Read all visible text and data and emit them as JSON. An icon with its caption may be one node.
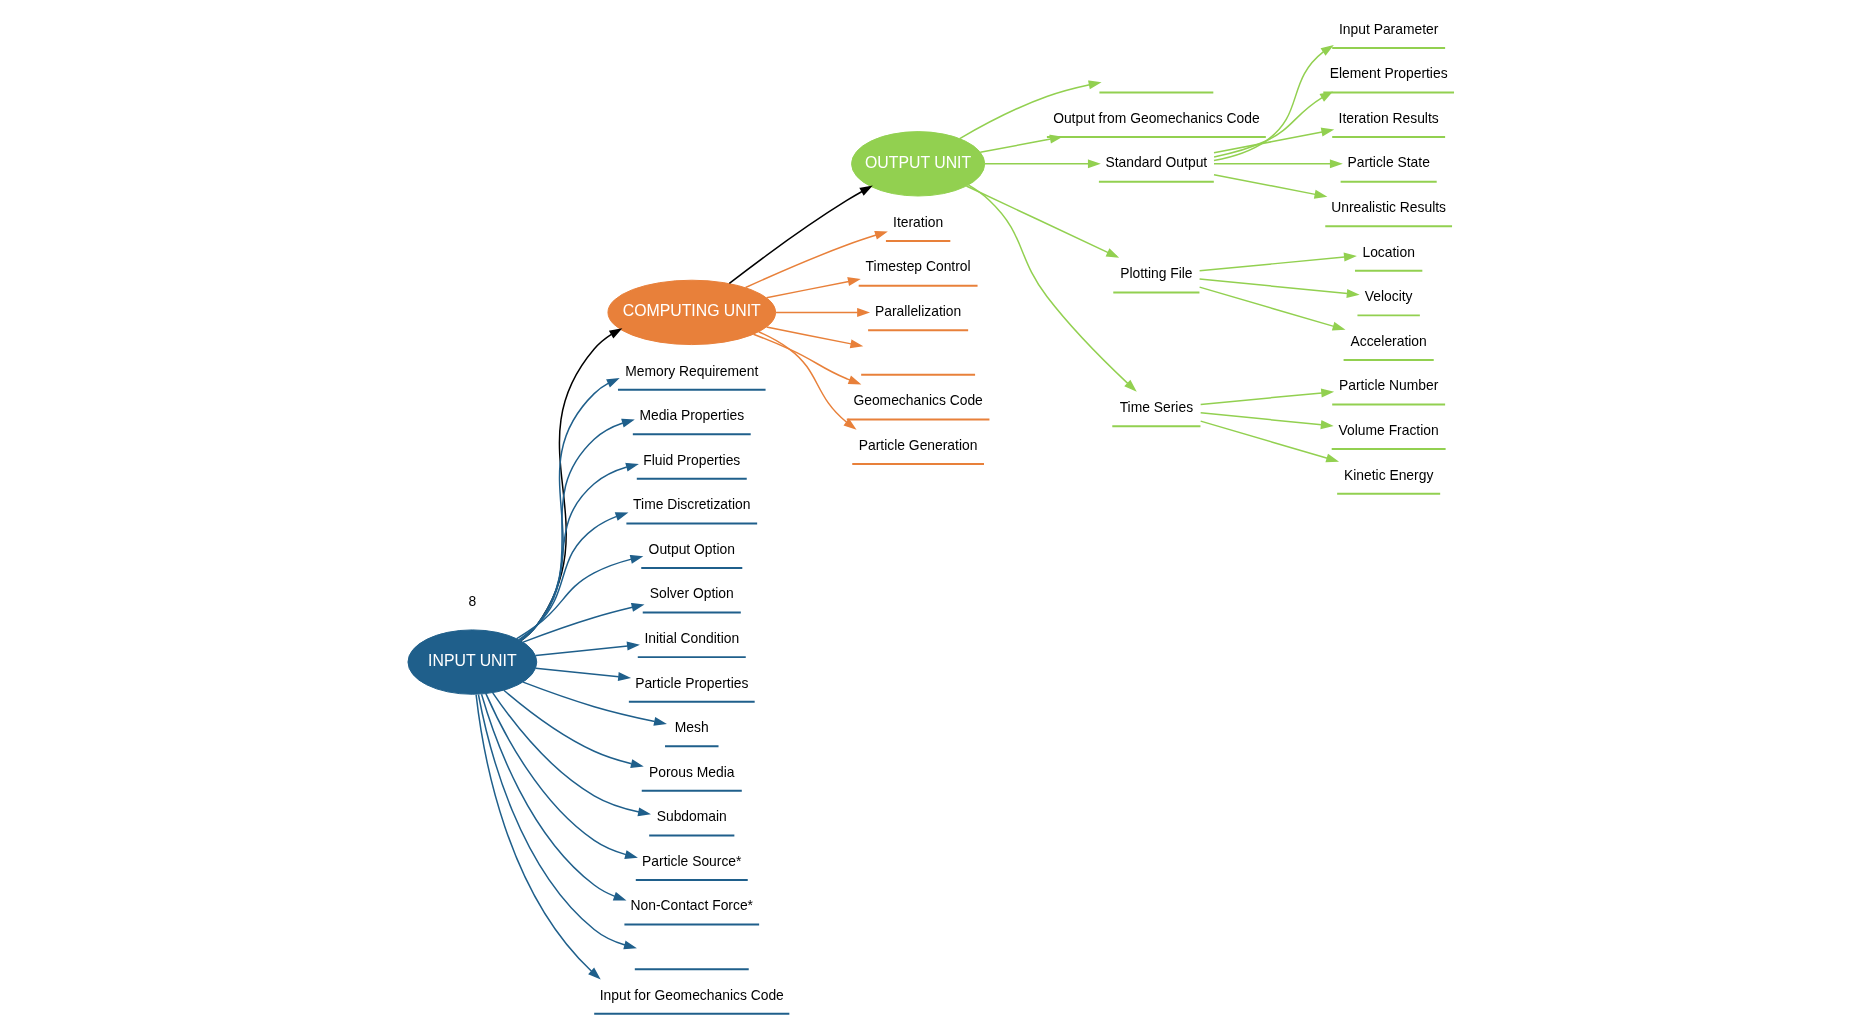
{
  "diagram": {
    "nodes": [
      {
        "text": [
          "INPUT UNIT"
        ]
      },
      {
        "text": [
          "COMPUTING UNIT"
        ]
      },
      {
        "text": [
          "OUTPUT UNIT"
        ]
      },
      {
        "text": [
          "Memory Requirement"
        ]
      },
      {
        "text": [
          "Media Properties"
        ]
      },
      {
        "text": [
          "Fluid Properties"
        ]
      },
      {
        "text": [
          "Time Discretization"
        ]
      },
      {
        "text": [
          "Output Option"
        ]
      },
      {
        "text": [
          "Solver Option"
        ]
      },
      {
        "text": [
          "Initial Condition"
        ]
      },
      {
        "text": [
          "Particle Properties"
        ]
      },
      {
        "text": [
          "Mesh"
        ]
      },
      {
        "text": [
          "Porous Media"
        ]
      },
      {
        "text": [
          "Subdomain"
        ]
      },
      {
        "text": [
          "Particle Source*"
        ]
      },
      {
        "text": [
          "Non-Contact Force*"
        ]
      },
      {
        "text": [],
        "shape": "bar"
      },
      {
        "text": [
          "Input for Geomechanics Code"
        ]
      },
      {
        "text": [
          "Iteration"
        ]
      },
      {
        "text": [
          "Timestep Control"
        ]
      },
      {
        "text": [
          "Parallelization"
        ]
      },
      {
        "text": [],
        "shape": "bar"
      },
      {
        "text": [
          "Geomechanics Code"
        ]
      },
      {
        "text": [
          "Particle Generation"
        ]
      },
      {
        "text": [],
        "shape": "bar"
      },
      {
        "text": [
          "Output from Geomechanics Code"
        ]
      },
      {
        "text": [
          "Standard Output"
        ]
      },
      {
        "text": [
          "Plotting File"
        ]
      },
      {
        "text": [
          "Time Series"
        ]
      },
      {
        "text": [
          "Input Parameter"
        ]
      },
      {
        "text": [
          "Element Properties"
        ]
      },
      {
        "text": [
          "Iteration Results"
        ]
      },
      {
        "text": [
          "Particle State"
        ]
      },
      {
        "text": [
          "Unrealistic Results"
        ]
      },
      {
        "text": [
          "Location"
        ]
      },
      {
        "text": [
          "Velocity"
        ]
      },
      {
        "text": [
          "Acceleration"
        ]
      },
      {
        "text": [
          "Particle Number"
        ]
      },
      {
        "text": [
          "Volume Fraction"
        ]
      },
      {
        "text": [
          "Kinetic Energy"
        ]
      }
    ],
    "edges": [
      {
        "from": 0,
        "to": 1,
        "arrow": "to",
        "color": "#000000"
      },
      {
        "from": 1,
        "to": 2,
        "arrow": "to",
        "color": "#000000"
      },
      {
        "from": 0,
        "to": 3,
        "arrow": "to",
        "color": "#1f5f8b"
      },
      {
        "from": 0,
        "to": 4,
        "arrow": "to",
        "color": "#1f5f8b"
      },
      {
        "from": 0,
        "to": 5,
        "arrow": "to",
        "color": "#1f5f8b"
      },
      {
        "from": 0,
        "to": 6,
        "arrow": "to",
        "color": "#1f5f8b"
      },
      {
        "from": 0,
        "to": 7,
        "arrow": "to",
        "color": "#1f5f8b"
      },
      {
        "from": 0,
        "to": 8,
        "arrow": "to",
        "color": "#1f5f8b"
      },
      {
        "from": 0,
        "to": 9,
        "arrow": "to",
        "color": "#1f5f8b"
      },
      {
        "from": 0,
        "to": 10,
        "arrow": "to",
        "color": "#1f5f8b"
      },
      {
        "from": 0,
        "to": 11,
        "arrow": "to",
        "color": "#1f5f8b"
      },
      {
        "from": 0,
        "to": 12,
        "arrow": "to",
        "color": "#1f5f8b"
      },
      {
        "from": 0,
        "to": 13,
        "arrow": "to",
        "color": "#1f5f8b"
      },
      {
        "from": 0,
        "to": 14,
        "arrow": "to",
        "color": "#1f5f8b"
      },
      {
        "from": 0,
        "to": 15,
        "arrow": "to",
        "color": "#1f5f8b"
      },
      {
        "from": 0,
        "to": 16,
        "arrow": "to",
        "color": "#1f5f8b"
      },
      {
        "from": 0,
        "to": 17,
        "arrow": "to",
        "color": "#1f5f8b"
      },
      {
        "from": 1,
        "to": 18,
        "arrow": "to",
        "color": "#e8803a"
      },
      {
        "from": 1,
        "to": 19,
        "arrow": "to",
        "color": "#e8803a"
      },
      {
        "from": 1,
        "to": 20,
        "arrow": "to",
        "color": "#e8803a"
      },
      {
        "from": 1,
        "to": 21,
        "arrow": "to",
        "color": "#e8803a"
      },
      {
        "from": 1,
        "to": 22,
        "arrow": "to",
        "color": "#e8803a"
      },
      {
        "from": 1,
        "to": 23,
        "arrow": "to",
        "color": "#e8803a"
      },
      {
        "from": 2,
        "to": 24,
        "arrow": "to"
      },
      {
        "from": 2,
        "to": 25,
        "arrow": "to"
      },
      {
        "from": 2,
        "to": 26,
        "arrow": "to"
      },
      {
        "from": 2,
        "to": 27,
        "arrow": "to"
      },
      {
        "from": 2,
        "to": 28,
        "arrow": "to"
      },
      {
        "from": 26,
        "to": 29,
        "arrow": "to"
      },
      {
        "from": 26,
        "to": 30,
        "arrow": "to"
      },
      {
        "from": 26,
        "to": 31,
        "arrow": "to"
      },
      {
        "from": 26,
        "to": 32,
        "arrow": "to"
      },
      {
        "from": 26,
        "to": 33,
        "arrow": "to"
      },
      {
        "from": 27,
        "to": 34,
        "arrow": "to"
      },
      {
        "from": 27,
        "to": 35,
        "arrow": "to"
      },
      {
        "from": 27,
        "to": 36,
        "arrow": "to"
      },
      {
        "from": 28,
        "to": 37,
        "arrow": "to"
      },
      {
        "from": 28,
        "to": 38,
        "arrow": "to"
      },
      {
        "from": 28,
        "to": 39,
        "arrow": "to"
      }
    ],
    "labels": [
      "8"
    ]
  }
}
